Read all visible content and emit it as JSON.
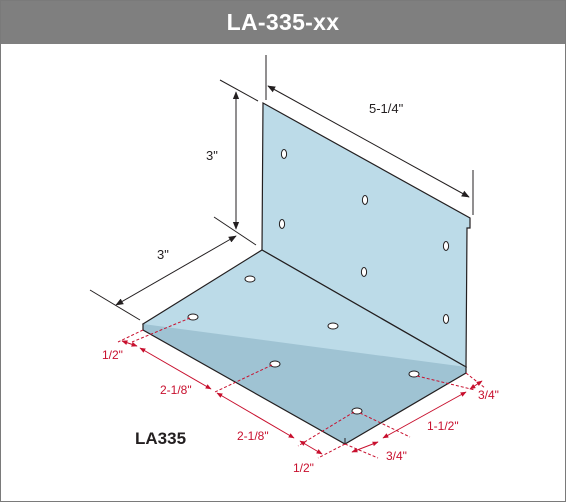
{
  "header": {
    "title": "LA-335-xx"
  },
  "part_label": "LA335",
  "colors": {
    "header_bg": "#7f7f7f",
    "plate_fill": "#bcdbe8",
    "dimension_red": "#c8102e",
    "dimension_black": "#231f20"
  },
  "dimensions": {
    "black": {
      "length": "5-1/4\"",
      "height": "3\"",
      "depth": "3\""
    },
    "red": {
      "edge_left": "1/2\"",
      "spacing_1": "2-1/8\"",
      "spacing_2": "2-1/8\"",
      "edge_bottom": "1/2\"",
      "end_bottom": "3/4\"",
      "spacing_side": "1-1/2\"",
      "end_side": "3/4\""
    }
  }
}
